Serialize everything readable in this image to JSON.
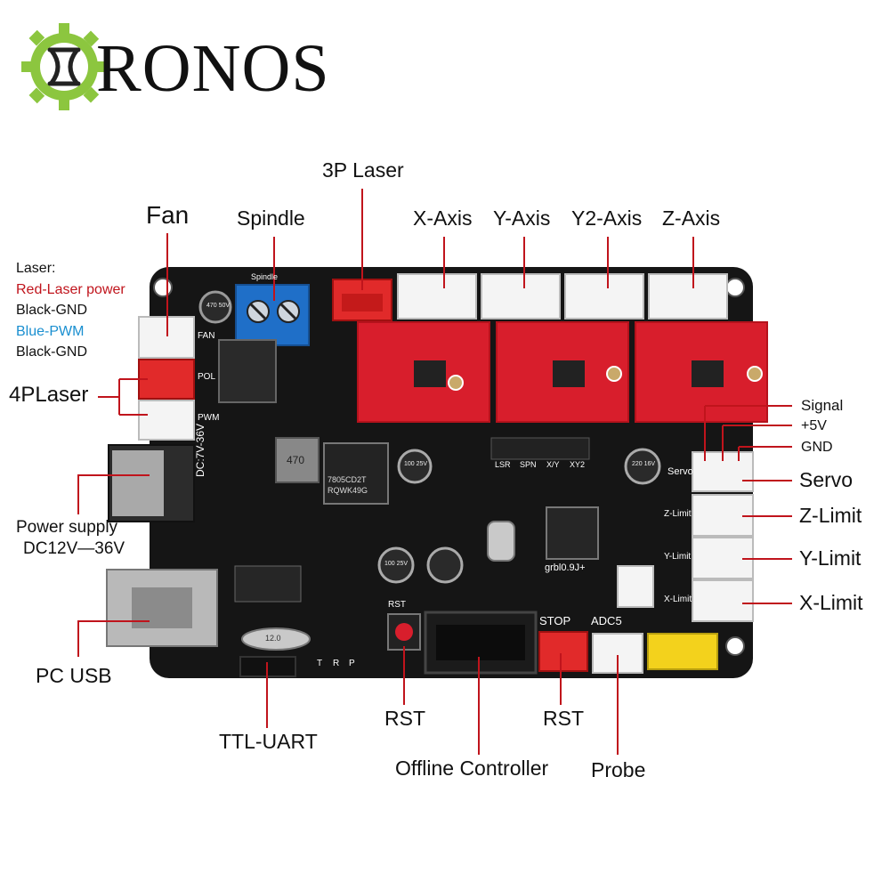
{
  "brand": {
    "name": "RONOS",
    "logo_icon": "gear-hourglass-logo",
    "logo_color": "#8cc63f"
  },
  "colors": {
    "leader_line": "#c0141c",
    "board": "#141414",
    "driver_red": "#d81e2c",
    "connector_white": "#f4f4f4",
    "red_text": "#c0141c",
    "blue_text": "#1a8fd0"
  },
  "labels": {
    "fan": "Fan",
    "spindle": "Spindle",
    "laser3p": "3P Laser",
    "x_axis": "X-Axis",
    "y_axis": "Y-Axis",
    "y2_axis": "Y2-Axis",
    "z_axis": "Z-Axis",
    "laser4p": "4PLaser",
    "power_supply": "Power supply",
    "power_range": "DC12V—36V",
    "pc_usb": "PC USB",
    "ttl_uart": "TTL-UART",
    "rst_left": "RST",
    "offline_controller": "Offline Controller",
    "rst_right": "RST",
    "probe": "Probe",
    "signal": "Signal",
    "plus5v": "+5V",
    "gnd": "GND",
    "servo": "Servo",
    "z_limit": "Z-Limit",
    "y_limit": "Y-Limit",
    "x_limit": "X-Limit"
  },
  "laser_legend": {
    "title": "Laser:",
    "red_power": "Red-Laser power",
    "black_gnd_1": "Black-GND",
    "blue_pwm": "Blue-PWM",
    "black_gnd_2": "Black-GND"
  },
  "board_silkscreen": {
    "dc_range": "DC:7V-36V",
    "spindle_silk": "Spindle",
    "fan_silk": "FAN",
    "pol_silk": "POL",
    "pwm_silk": "PWM",
    "servo_silk": "Servo",
    "zlimit_silk": "Z-Limit",
    "ylimit_silk": "Y-Limit",
    "xlimit_silk": "X-Limit",
    "stop_silk": "STOP",
    "adc5_silk": "ADC5",
    "rst_silk": "RST",
    "firmware": "grbl0.9J+",
    "regulator": "7805CD2T",
    "regulator_code": "RQWK49G",
    "inductor": "470",
    "cap_left": "100 25V",
    "cap_mid": "100 25V",
    "cap_right": "220 16V",
    "cap_small": "470 50V",
    "crystal": "12.0",
    "lsr": "LSR",
    "spn": "SPN",
    "xy": "X/Y",
    "xy2": "XY2",
    "t_label": "T",
    "r_label": "R",
    "p_label": "P"
  }
}
